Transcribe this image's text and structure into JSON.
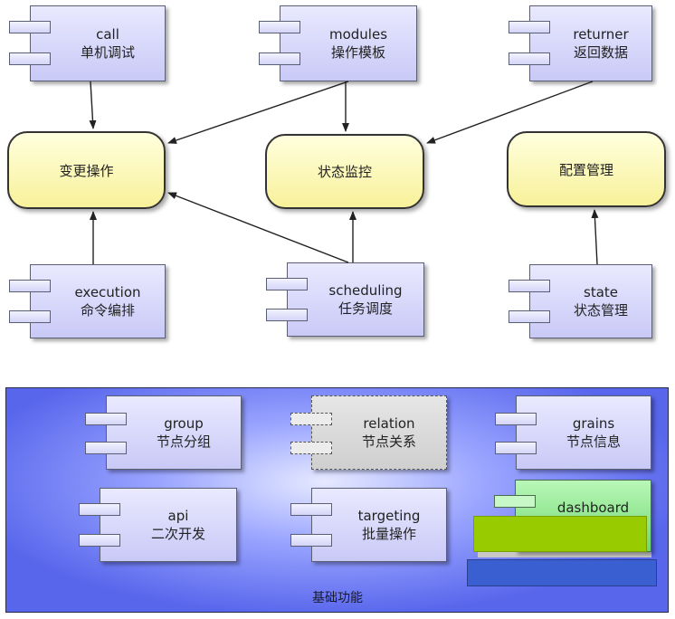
{
  "top_components": [
    {
      "id": "call",
      "name": "call",
      "desc": "单机调试"
    },
    {
      "id": "modules",
      "name": "modules",
      "desc": "操作模板"
    },
    {
      "id": "returner",
      "name": "returner",
      "desc": "返回数据"
    }
  ],
  "nodes": [
    {
      "id": "change",
      "label": "变更操作"
    },
    {
      "id": "monitor",
      "label": "状态监控"
    },
    {
      "id": "config",
      "label": "配置管理"
    }
  ],
  "mid_components": [
    {
      "id": "execution",
      "name": "execution",
      "desc": "命令编排"
    },
    {
      "id": "scheduling",
      "name": "scheduling",
      "desc": "任务调度"
    },
    {
      "id": "state",
      "name": "state",
      "desc": "状态管理"
    }
  ],
  "base_group": {
    "label": "基础功能",
    "components": [
      {
        "id": "group",
        "name": "group",
        "desc": "节点分组"
      },
      {
        "id": "relation",
        "name": "relation",
        "desc": "节点关系",
        "style": "dashed"
      },
      {
        "id": "grains",
        "name": "grains",
        "desc": "节点信息"
      },
      {
        "id": "api",
        "name": "api",
        "desc": "二次开发"
      },
      {
        "id": "targeting",
        "name": "targeting",
        "desc": "批量操作"
      },
      {
        "id": "dashboard",
        "name": "dashboard",
        "desc": "",
        "style": "stacked"
      }
    ]
  },
  "colors": {
    "component_fill": "#d4d4fa",
    "node_fill": "#faf4a8",
    "panel_fill": "#6a76ef",
    "dashboard_green": "#7fe07f",
    "dashboard_lime": "#99cc00",
    "dashboard_blue": "#3a5fd0"
  }
}
